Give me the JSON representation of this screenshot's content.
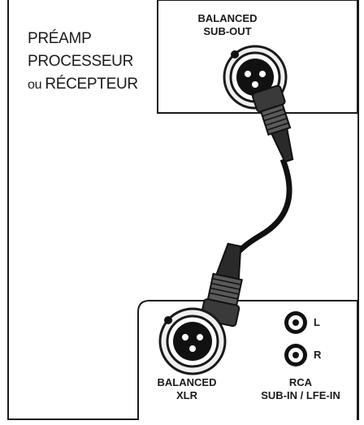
{
  "source_device": {
    "lines": [
      "PRÉAMP",
      "PROCESSEUR",
      "ou RÉCEPTEUR"
    ]
  },
  "source_output": {
    "line1": "BALANCED",
    "line2": "SUB-OUT"
  },
  "sub_input_xlr": {
    "line1": "BALANCED",
    "line2": "XLR"
  },
  "sub_input_rca": {
    "line1": "RCA",
    "line2": "SUB-IN / LFE-IN",
    "left_label": "L",
    "right_label": "R"
  }
}
